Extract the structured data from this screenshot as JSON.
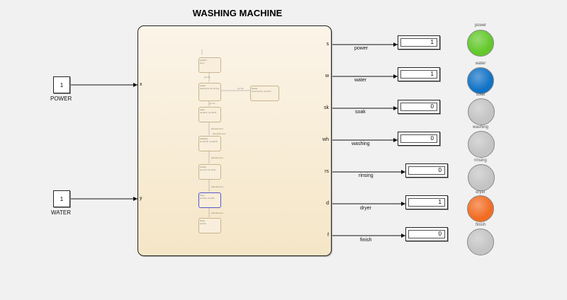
{
  "title": "WASHING MACHINE",
  "inputs": [
    {
      "value": "1",
      "label": "POWER"
    },
    {
      "value": "1",
      "label": "WATER"
    }
  ],
  "chart": {
    "in_ports": [
      "x",
      "y"
    ],
    "out_ports": [
      "s",
      "w",
      "sk",
      "wh",
      "rs",
      "d",
      "f"
    ],
    "states": [
      {
        "name": "power1",
        "body": "en:s;"
      },
      {
        "name": "power",
        "body": "entry:w=1; en:w=1;g;"
      },
      {
        "name": "heater",
        "body": "en:w=1;p=1; en:w=1;"
      },
      {
        "name": "soak",
        "body": "en:sk=1; ex:sk=0;"
      },
      {
        "name": "washing",
        "body": "en:wh=1; ex:wh=0;"
      },
      {
        "name": "rinsing",
        "body": "en:rs=1; ex:rs=0;"
      },
      {
        "name": "dryer",
        "body": "en:d=1; ex:d=0;"
      },
      {
        "name": "finish",
        "body": "en:f=1;"
      }
    ],
    "transitions": [
      "[y==1]",
      "[x==0]",
      "[y==1]",
      "after(10,sec)",
      "after(100,sec)",
      "after(10,sec)",
      "after(20,sec)",
      "after(30,sec)"
    ]
  },
  "outputs": [
    {
      "signal": "power",
      "value": "1",
      "lamp_label": "power",
      "lamp_color": "#62c82a"
    },
    {
      "signal": "water",
      "value": "1",
      "lamp_label": "water",
      "lamp_color": "#1172c6"
    },
    {
      "signal": "soak",
      "value": "0",
      "lamp_label": "soak",
      "lamp_color": "#c4c4c4"
    },
    {
      "signal": "washing",
      "value": "0",
      "lamp_label": "washing",
      "lamp_color": "#c4c4c4"
    },
    {
      "signal": "rinsing",
      "value": "0",
      "lamp_label": "rinsing",
      "lamp_color": "#c4c4c4"
    },
    {
      "signal": "dryer",
      "value": "1",
      "lamp_label": "dryer",
      "lamp_color": "#f26c22"
    },
    {
      "signal": "finish",
      "value": "0",
      "lamp_label": "finish",
      "lamp_color": "#c4c4c4"
    }
  ]
}
